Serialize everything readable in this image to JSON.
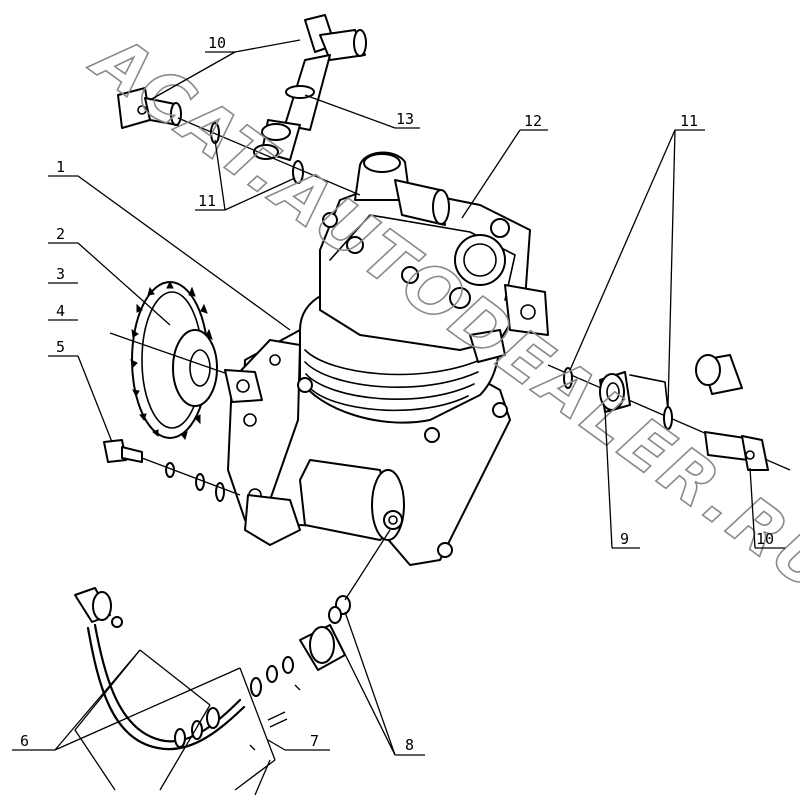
{
  "watermark": "ACAT.AUTODEALER.RU",
  "callouts": [
    {
      "id": "c1",
      "label": "1"
    },
    {
      "id": "c2",
      "label": "2"
    },
    {
      "id": "c3",
      "label": "3"
    },
    {
      "id": "c4",
      "label": "4"
    },
    {
      "id": "c5",
      "label": "5"
    },
    {
      "id": "c6",
      "label": "6"
    },
    {
      "id": "c7",
      "label": "7"
    },
    {
      "id": "c8",
      "label": "8"
    },
    {
      "id": "c9",
      "label": "9"
    },
    {
      "id": "c10a",
      "label": "10"
    },
    {
      "id": "c10b",
      "label": "10"
    },
    {
      "id": "c11a",
      "label": "11"
    },
    {
      "id": "c11b",
      "label": "11"
    },
    {
      "id": "c12",
      "label": "12"
    },
    {
      "id": "c13",
      "label": "13"
    }
  ]
}
